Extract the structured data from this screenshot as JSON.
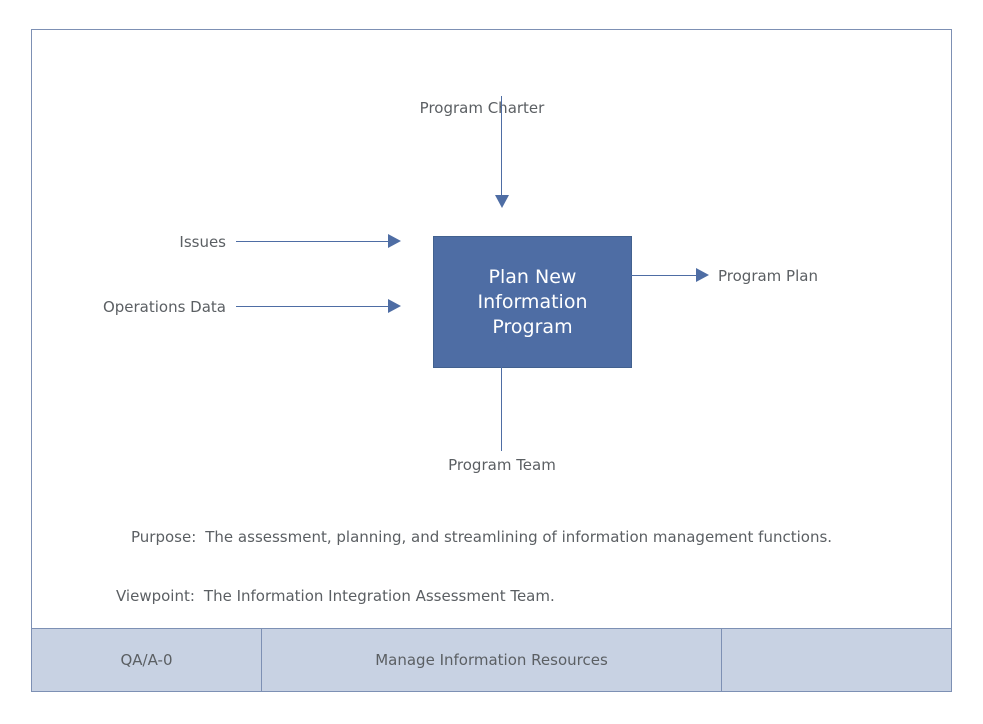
{
  "diagram": {
    "type": "IDEF0 context diagram",
    "activity": {
      "name": "Plan New\nInformation\nProgram",
      "fill_color": "#4e6da4",
      "text_color": "#ffffff"
    },
    "flows": {
      "control_top": "Program Charter",
      "input_upper": "Issues",
      "input_lower": "Operations Data",
      "output_right": "Program Plan",
      "mechanism_bottom": "Program Team"
    },
    "notes": [
      {
        "key": "Purpose:",
        "value": "The assessment, planning, and streamlining of information management functions."
      },
      {
        "key": "Viewpoint:",
        "value": "The Information Integration Assessment Team."
      }
    ],
    "title_bar": {
      "node": "QA/A-0",
      "title": "Manage Information Resources",
      "extra": "",
      "fill_color": "#c8d2e3"
    },
    "colors": {
      "frame_border": "#7d90b4",
      "connector": "#4e6da4",
      "label_text": "#5b5f63"
    }
  }
}
